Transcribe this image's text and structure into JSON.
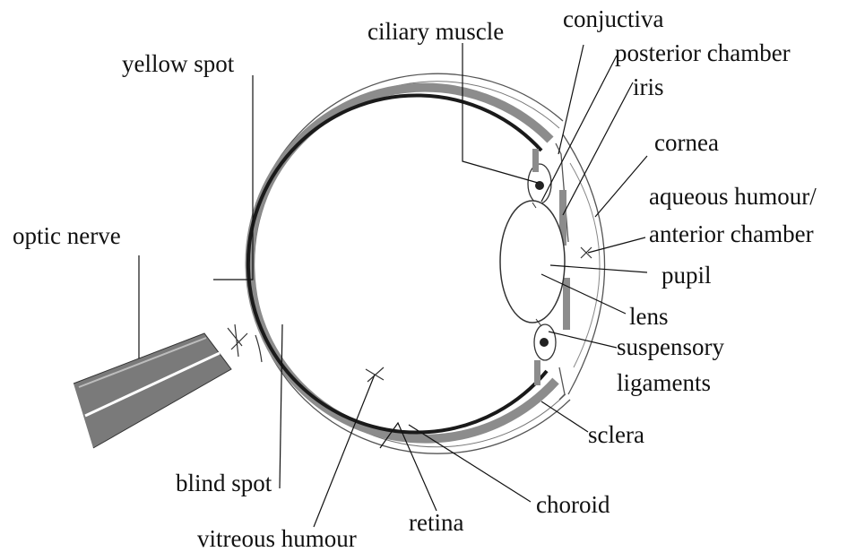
{
  "labels": {
    "ciliary_muscle": "ciliary muscle",
    "conjuctiva": "conjuctiva",
    "posterior_chamber": "posterior chamber",
    "iris": "iris",
    "cornea": "cornea",
    "aqueous_humour_line1": "aqueous humour/",
    "aqueous_humour_line2": "anterior chamber",
    "pupil": "pupil",
    "lens": "lens",
    "suspensory_line1": "suspensory",
    "suspensory_line2": "ligaments",
    "sclera": "sclera",
    "choroid": "choroid",
    "retina": "retina",
    "vitreous_humour": "vitreous humour",
    "blind_spot": "blind spot",
    "optic_nerve": "optic nerve",
    "yellow_spot": "yellow spot"
  },
  "colors": {
    "ink": "#111111",
    "choroid_gray": "#8c8c8c",
    "nerve_gray": "#7a7a7a",
    "background": "#ffffff"
  }
}
